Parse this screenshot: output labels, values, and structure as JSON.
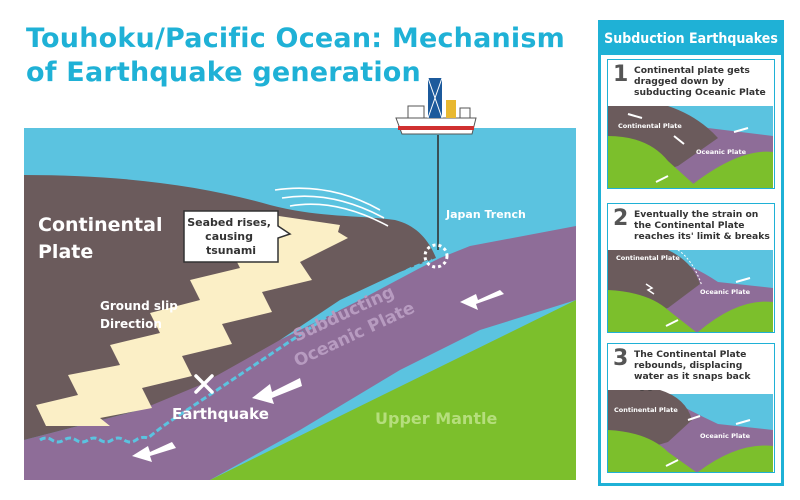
{
  "title": "Touhoku/Pacific Ocean: Mechanism of Earthquake generation",
  "labels": {
    "continental_plate": [
      "Continental",
      "Plate"
    ],
    "seabed_callout": [
      "Seabed rises,",
      "causing",
      "tsunami"
    ],
    "japan_trench": "Japan Trench",
    "ground_slip": [
      "Ground slip",
      "Direction"
    ],
    "subducting_plate": [
      "Subducting",
      "Oceanic Plate"
    ],
    "earthquake": "Earthquake",
    "upper_mantle": "Upper Mantle"
  },
  "panel": {
    "title": "Subduction Earthquakes",
    "steps": [
      {
        "number": "1",
        "text": "Continental plate gets dragged down by subducting Oceanic Plate",
        "continental_label": "Continental Plate",
        "oceanic_label": "Oceanic Plate"
      },
      {
        "number": "2",
        "text": "Eventually the strain on the Continental Plate reaches its' limit & breaks",
        "continental_label": "Continental Plate",
        "oceanic_label": "Oceanic Plate"
      },
      {
        "number": "3",
        "text": "The Continental Plate rebounds, displacing water as it snaps back",
        "continental_label": "Continental Plate",
        "oceanic_label": "Oceanic Plate"
      }
    ]
  },
  "colors": {
    "title": "#1fb1d6",
    "ocean": "#5bc3e0",
    "continental": "#6b5b5c",
    "oceanic": "#8e6d98",
    "mantle": "#7cbf2c",
    "arrow": "#fbefc6"
  }
}
